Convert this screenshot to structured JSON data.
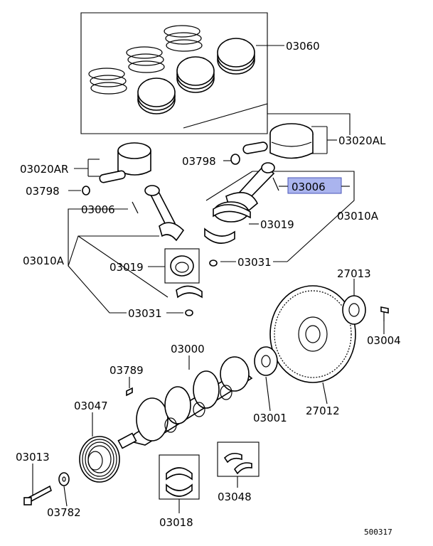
{
  "diagram": {
    "figure_number": "500317",
    "highlighted_part": "03006",
    "highlight_color": "#aab4ee",
    "parts": {
      "p03060": "03060",
      "p03020AL": "03020AL",
      "p03798a": "03798",
      "p03020AR": "03020AR",
      "p03798b": "03798",
      "p03006a": "03006",
      "p03006b": "03006",
      "p03010Aa": "03010A",
      "p03019a": "03019",
      "p03031a": "03031",
      "p03010Ab": "03010A",
      "p03019b": "03019",
      "p03031b": "03031",
      "p27013": "27013",
      "p03004": "03004",
      "p03000": "03000",
      "p03789": "03789",
      "p03047": "03047",
      "p03001": "03001",
      "p27012": "27012",
      "p03013": "03013",
      "p03782": "03782",
      "p03048": "03048",
      "p03018": "03018"
    }
  }
}
